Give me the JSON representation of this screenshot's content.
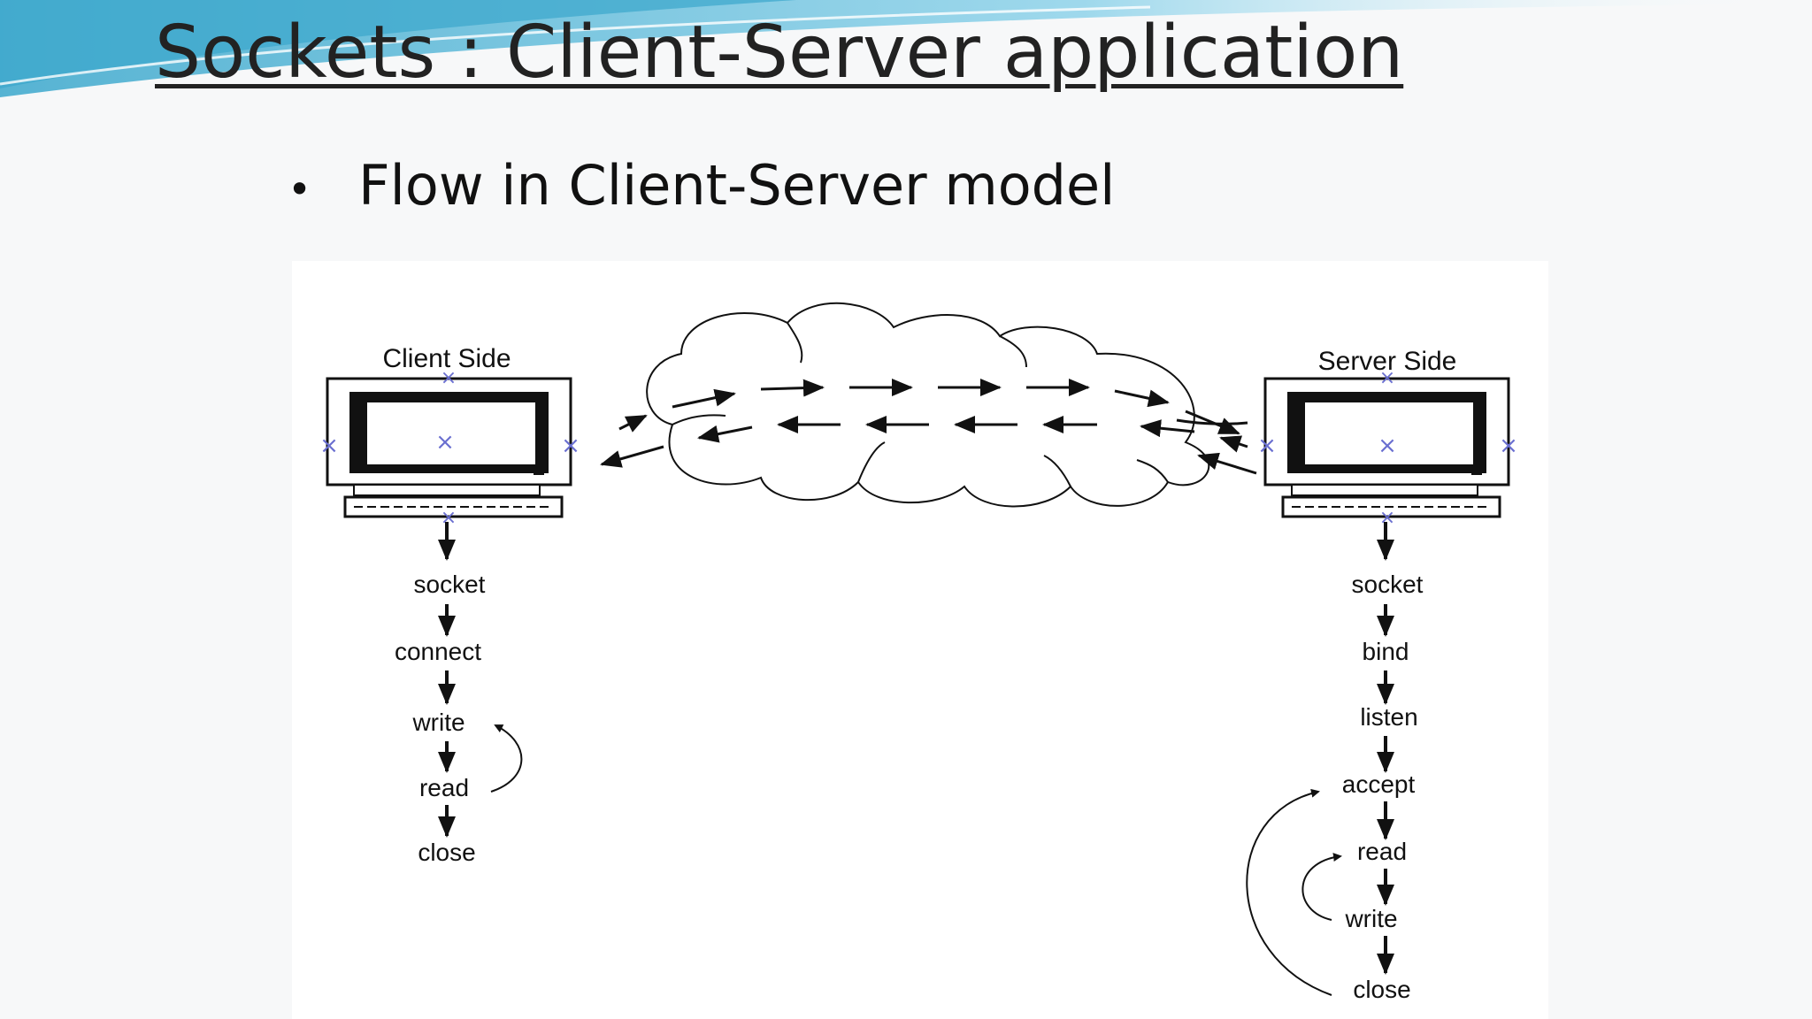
{
  "slide": {
    "title": "Sockets : Client-Server application",
    "bullet": "Flow in Client-Server model"
  },
  "diagram": {
    "client": {
      "label": "Client Side",
      "steps": [
        "socket",
        "connect",
        "write",
        "read",
        "close"
      ]
    },
    "server": {
      "label": "Server Side",
      "steps": [
        "socket",
        "bind",
        "listen",
        "accept",
        "read",
        "write",
        "close"
      ]
    }
  },
  "colors": {
    "deco_blue": "#5bb8d6",
    "stroke": "#111111",
    "marker": "#6a6fd0"
  }
}
